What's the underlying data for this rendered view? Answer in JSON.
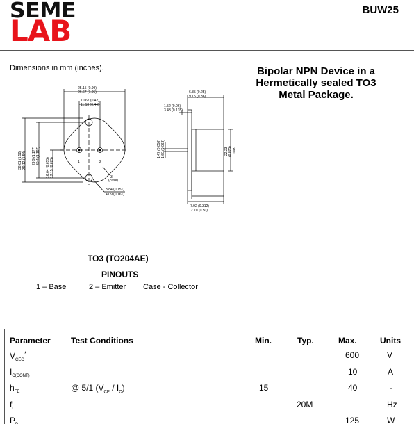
{
  "header": {
    "logo_top": "SEME",
    "logo_bottom": "LAB",
    "part_number": "BUW25",
    "brand_red": "#e8141b"
  },
  "dimensions_note": "Dimensions in mm (inches).",
  "title_lines": [
    "Bipolar NPN Device in a",
    "Hermetically sealed TO3",
    "Metal Package."
  ],
  "drawing": {
    "front": {
      "width_outer": [
        "25.15 (0.99)",
        "26.67 (1.05)"
      ],
      "width_inner": [
        "10.67 (0.42)",
        "11.18 (0.44)"
      ],
      "height_outer": [
        "38.61 (1.52)",
        "39.12 (1.54)"
      ],
      "height_mid": [
        "29.9 (1.177)",
        "30.4 (1.197)"
      ],
      "height_inner": [
        "16.64 (0.655)",
        "17.15 (0.675)"
      ],
      "pin_labels": [
        "1",
        "2",
        "3"
      ],
      "case_label": "(case)",
      "hole_dims": [
        "3.84 (0.151)",
        "4.09 (0.161)"
      ]
    },
    "side": {
      "top_dims": [
        "6.35 (0.25)",
        "9.15 (0.36)"
      ],
      "flange_dims": [
        "1.52 (0.06)",
        "3.43 (0.135)"
      ],
      "pin_dims": [
        "1.47 (0.058)",
        "1.60 (0.063)"
      ],
      "height_max": [
        "22.23",
        "(0.875)",
        "max"
      ],
      "bottom_dims": [
        "7.92 (0.312)",
        "12.70 (0.50)"
      ]
    }
  },
  "package": {
    "name": "TO3 (TO204AE)",
    "pinouts_title": "PINOUTS",
    "pins": [
      "1 – Base",
      "2 – Emitter",
      "Case - Collector"
    ]
  },
  "table": {
    "headers": [
      "Parameter",
      "Test Conditions",
      "Min.",
      "Typ.",
      "Max.",
      "Units"
    ],
    "rows": [
      {
        "sym": "V",
        "sub": "CEO",
        "suffix": "*",
        "cond": "",
        "min": "",
        "typ": "",
        "max": "600",
        "unit": "V"
      },
      {
        "sym": "I",
        "sub": "C(CONT)",
        "suffix": "",
        "cond": "",
        "min": "",
        "typ": "",
        "max": "10",
        "unit": "A"
      },
      {
        "sym": "h",
        "sub": "FE",
        "suffix": "",
        "cond": "@ 5/1 (V",
        "cond_sub1": "CE",
        "cond_mid": " / I",
        "cond_sub2": "C",
        "cond_end": ")",
        "min": "15",
        "typ": "",
        "max": "40",
        "unit": "-"
      },
      {
        "sym": "f",
        "sub": "t",
        "suffix": "",
        "cond": "",
        "min": "",
        "typ": "20M",
        "max": "",
        "unit": "Hz"
      },
      {
        "sym": "P",
        "sub": "D",
        "suffix": "",
        "cond": "",
        "min": "",
        "typ": "",
        "max": "125",
        "unit": "W"
      }
    ]
  }
}
